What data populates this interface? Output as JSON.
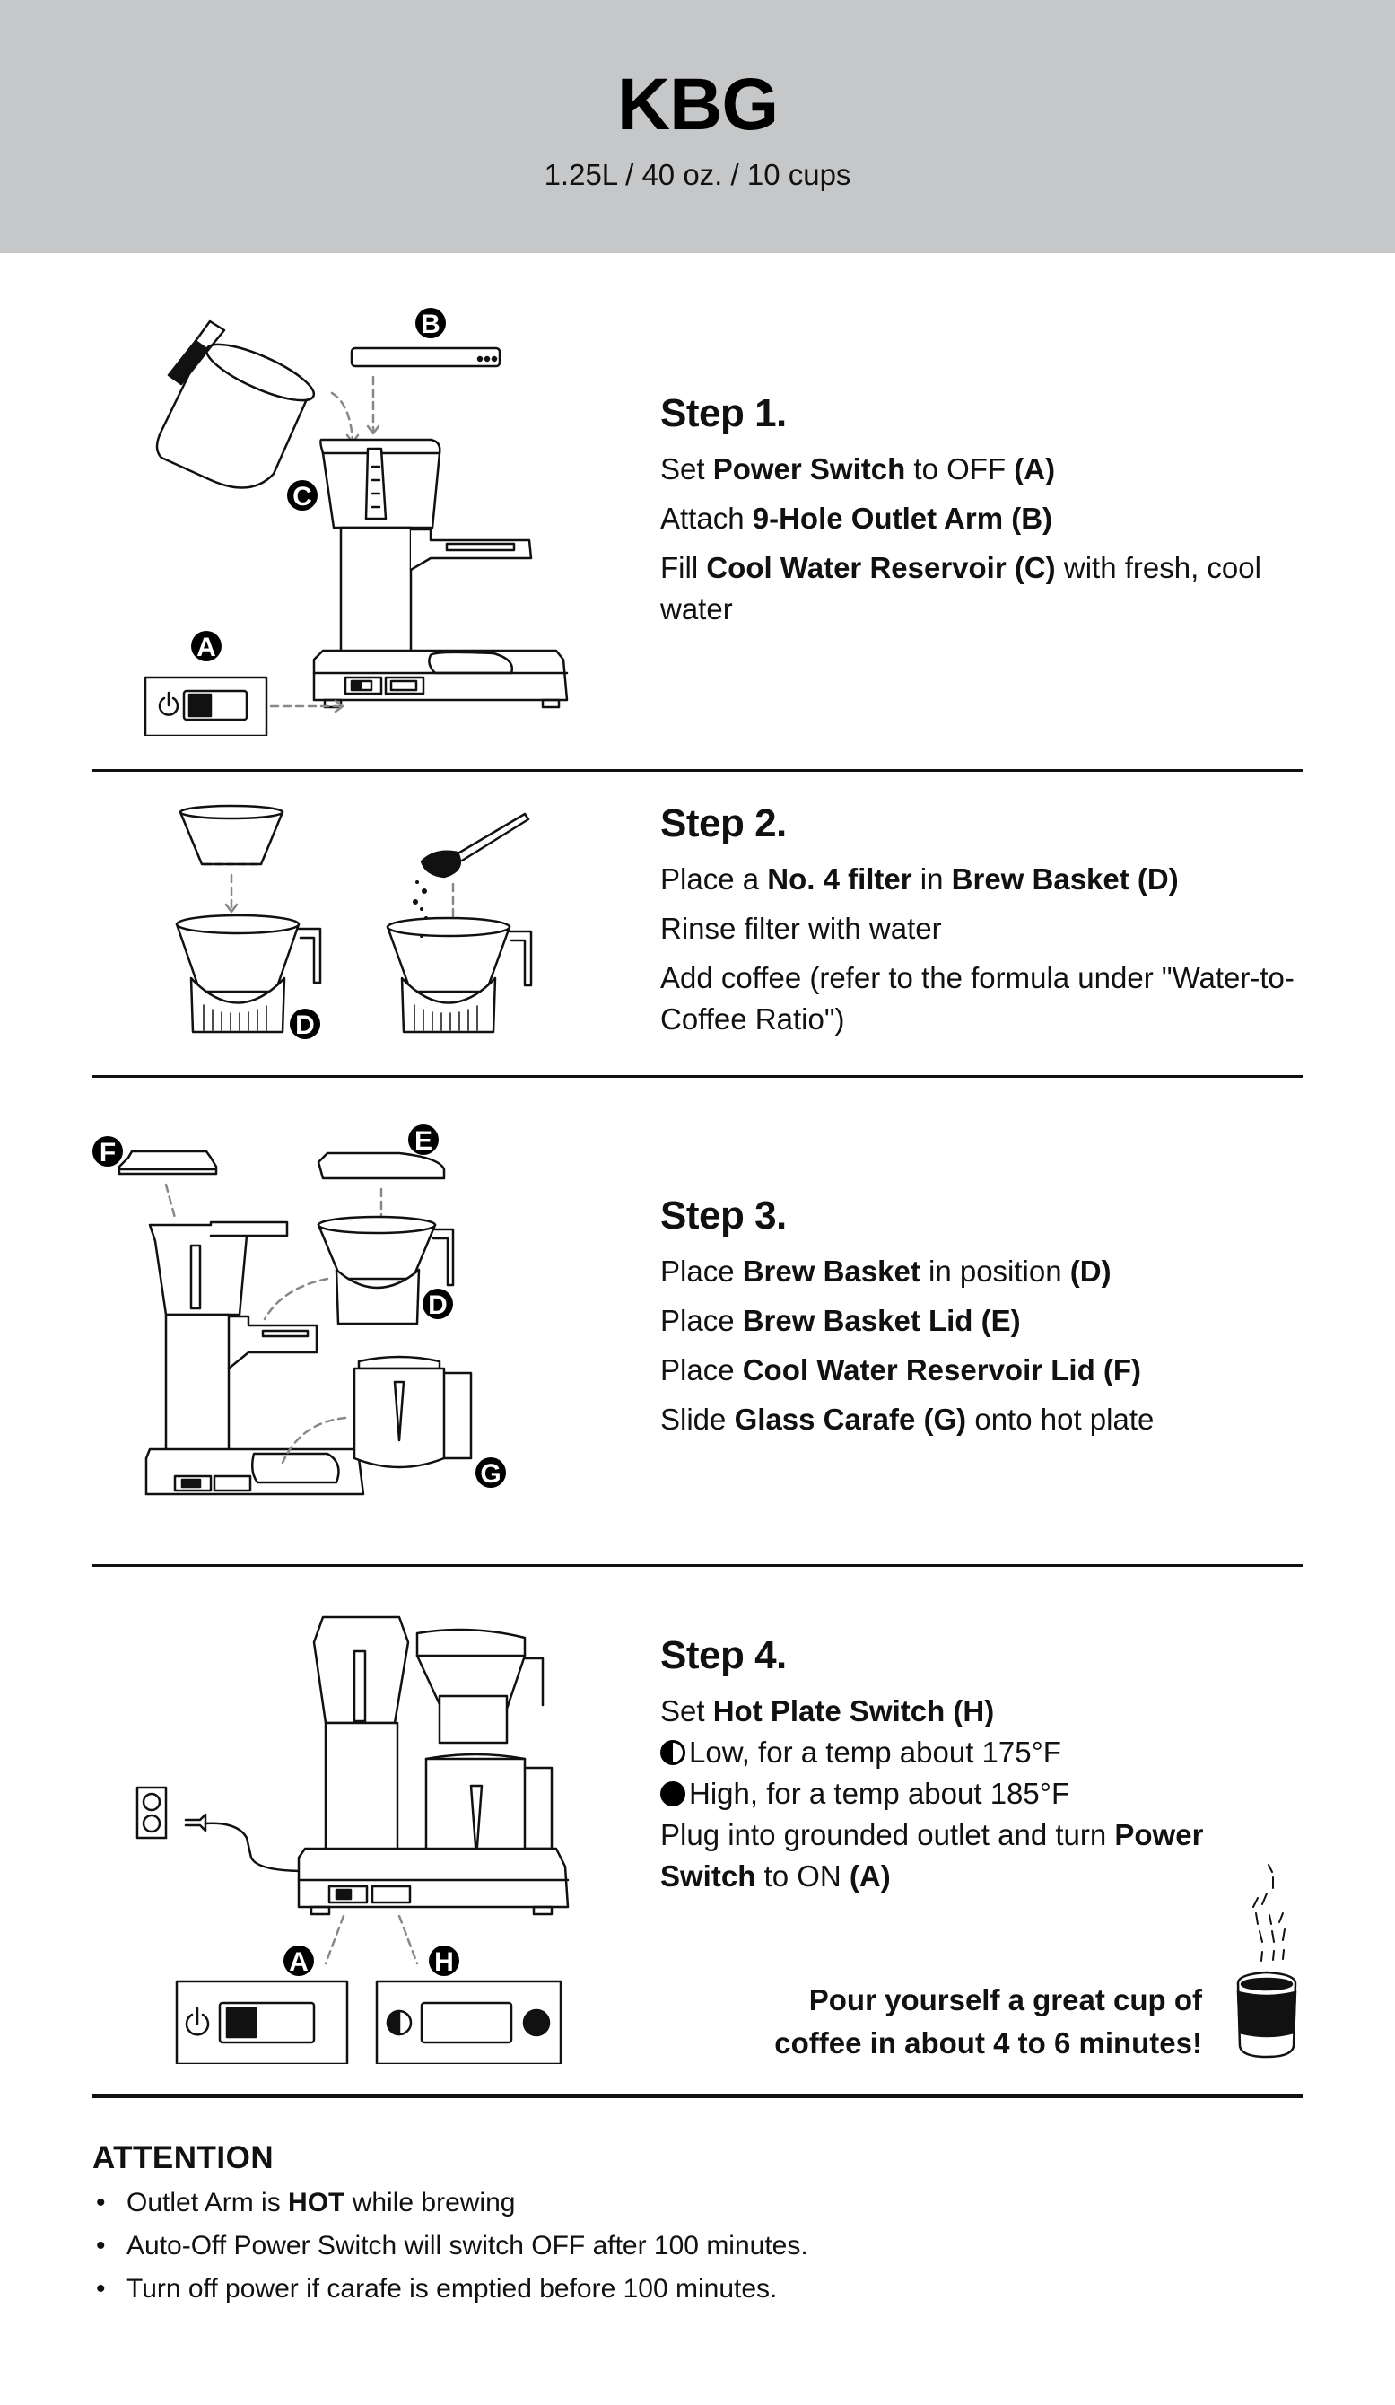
{
  "header": {
    "title": "KBG",
    "subtitle": "1.25L / 40 oz. / 10 cups",
    "background": "#c6c7c9"
  },
  "steps": [
    {
      "title": "Step 1.",
      "lines": [
        [
          {
            "t": "Set "
          },
          {
            "t": "Power Switch",
            "b": true
          },
          {
            "t": " to OFF "
          },
          {
            "t": "(A)",
            "b": true
          }
        ],
        [
          {
            "t": "Attach "
          },
          {
            "t": "9-Hole Outlet Arm (B)",
            "b": true
          }
        ],
        [
          {
            "t": "Fill "
          },
          {
            "t": "Cool Water Reservoir (C)",
            "b": true
          },
          {
            "t": " with fresh, cool water"
          }
        ]
      ],
      "labels": [
        "A",
        "B",
        "C"
      ],
      "illustration": "coffee-maker-fill-reservoir"
    },
    {
      "title": "Step 2.",
      "lines": [
        [
          {
            "t": "Place a "
          },
          {
            "t": "No. 4 filter",
            "b": true
          },
          {
            "t": " in "
          },
          {
            "t": "Brew Basket (D)",
            "b": true
          }
        ],
        [
          {
            "t": "Rinse filter with water"
          }
        ],
        [
          {
            "t": "Add coffee (refer to the formula under \"Water-to-Coffee Ratio\")"
          }
        ]
      ],
      "labels": [
        "D"
      ],
      "illustration": "filter-and-brew-basket"
    },
    {
      "title": "Step 3.",
      "lines": [
        [
          {
            "t": "Place "
          },
          {
            "t": "Brew Basket",
            "b": true
          },
          {
            "t": " in position "
          },
          {
            "t": "(D)",
            "b": true
          }
        ],
        [
          {
            "t": "Place "
          },
          {
            "t": "Brew Basket Lid (E)",
            "b": true
          }
        ],
        [
          {
            "t": "Place "
          },
          {
            "t": "Cool Water Reservoir Lid (F)",
            "b": true
          }
        ],
        [
          {
            "t": "Slide "
          },
          {
            "t": "Glass Carafe (G)",
            "b": true
          },
          {
            "t": " onto hot plate"
          }
        ]
      ],
      "labels": [
        "D",
        "E",
        "F",
        "G"
      ],
      "illustration": "assemble-basket-lid-carafe"
    },
    {
      "title": "Step 4.",
      "lines": [
        [
          {
            "t": "Set "
          },
          {
            "t": "Hot Plate Switch (H)",
            "b": true
          }
        ],
        [
          {
            "icon": "low"
          },
          {
            "t": "Low, for a temp about 175°F"
          }
        ],
        [
          {
            "icon": "high"
          },
          {
            "t": "High, for a temp about 185°F"
          }
        ],
        [
          {
            "t": "Plug into grounded outlet and turn "
          },
          {
            "t": "Power Switch",
            "b": true
          },
          {
            "t": " to ON "
          },
          {
            "t": "(A)",
            "b": true
          }
        ]
      ],
      "labels": [
        "A",
        "H"
      ],
      "illustration": "plug-in-and-power-on"
    }
  ],
  "pour_message": {
    "line1": "Pour yourself a great cup of",
    "line2": "coffee in about 4 to 6 minutes!",
    "icon": "coffee-cup-icon"
  },
  "attention": {
    "title": "ATTENTION",
    "items": [
      [
        {
          "t": "Outlet Arm is "
        },
        {
          "t": "HOT",
          "b": true
        },
        {
          "t": " while brewing"
        }
      ],
      [
        {
          "t": "Auto-Off Power Switch will switch OFF after 100 minutes."
        }
      ],
      [
        {
          "t": "Turn off power if carafe is emptied before 100 minutes."
        }
      ]
    ]
  }
}
